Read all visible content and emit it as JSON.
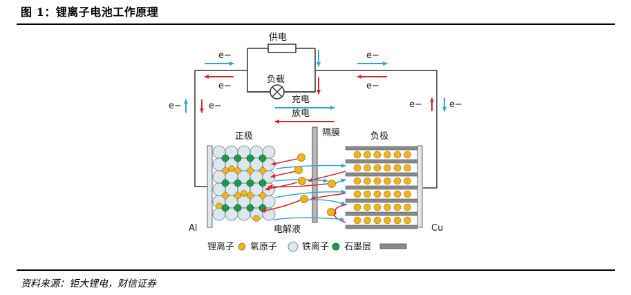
{
  "figure_title": "图 1：锂离子电池工作原理",
  "source": "资料来源：钜大锂电，财信证券",
  "labels": {
    "supply": "供电",
    "load": "负载",
    "charge": "充电",
    "discharge": "放电",
    "separator": "隔膜",
    "cathode": "正极",
    "anode": "负极",
    "electrolyte": "电解液",
    "al": "Al",
    "cu": "Cu",
    "electron": "e−"
  },
  "legend": [
    {
      "label": "锂离子",
      "marker": "lithium-ion-dot",
      "color": "#f0b41e"
    },
    {
      "label": "氧原子",
      "marker": "oxygen-atom-dot",
      "color": "#dce8ee"
    },
    {
      "label": "铁离子",
      "marker": "iron-ion-dot",
      "color": "#1a9a4a"
    },
    {
      "label": "石墨层",
      "marker": "graphite-layer-bar",
      "color": "#888888"
    }
  ],
  "colors": {
    "charge_arrow": "#2aa7d6",
    "discharge_arrow": "#d8262b",
    "lithium": "#f0b41e",
    "iron": "#1a9a4a",
    "oxygen": "#dce8ee",
    "graphite": "#8a8a8a"
  }
}
